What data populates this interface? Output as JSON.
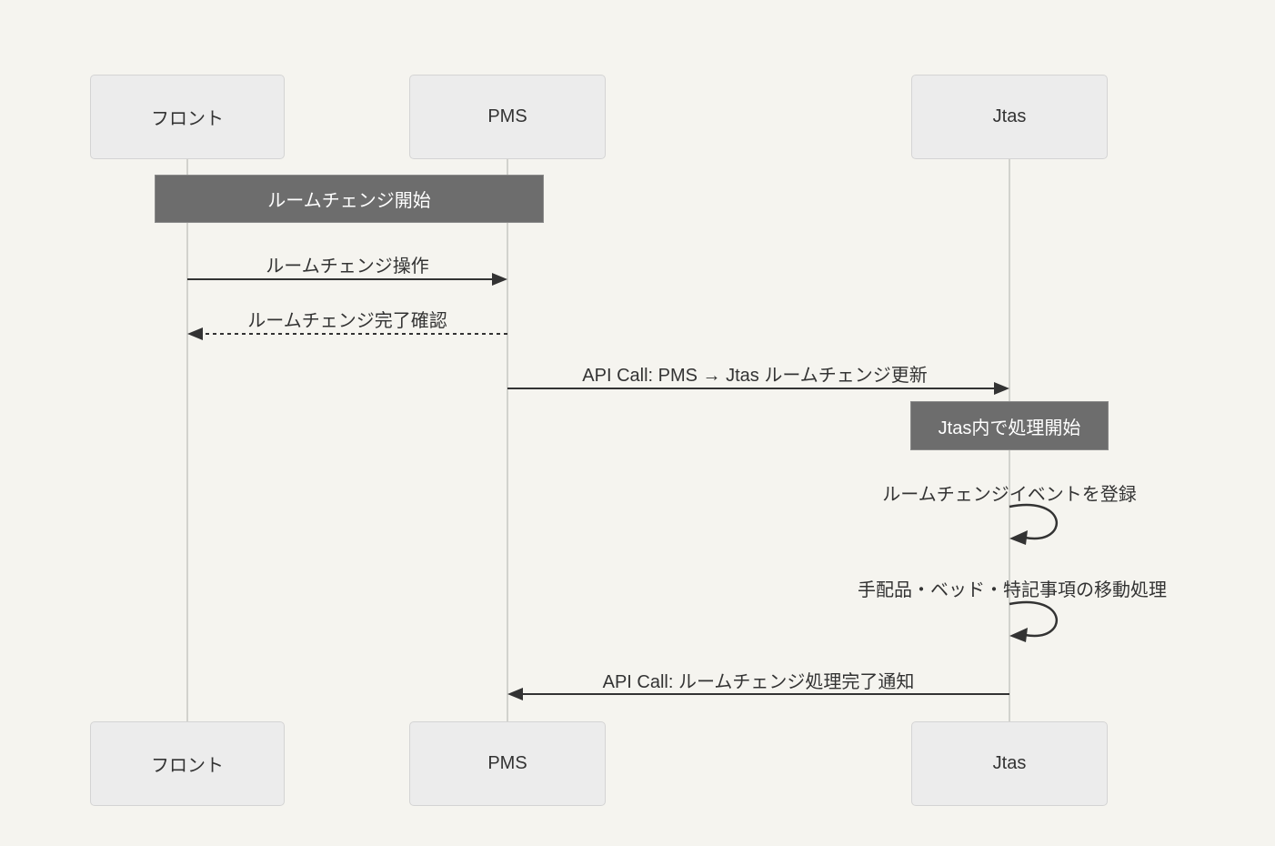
{
  "diagram": {
    "type": "sequence-diagram",
    "participants": [
      {
        "id": "front",
        "label": "フロント"
      },
      {
        "id": "pms",
        "label": "PMS"
      },
      {
        "id": "jtas",
        "label": "Jtas"
      }
    ],
    "notes": [
      {
        "label": "ルームチェンジ開始",
        "over": [
          "フロント",
          "PMS"
        ]
      },
      {
        "label": "Jtas内で処理開始",
        "over": [
          "Jtas"
        ]
      }
    ],
    "messages": [
      {
        "from": "フロント",
        "to": "PMS",
        "label": "ルームチェンジ操作",
        "style": "solid"
      },
      {
        "from": "PMS",
        "to": "フロント",
        "label": "ルームチェンジ完了確認",
        "style": "dashed"
      },
      {
        "from": "PMS",
        "to": "Jtas",
        "label": "API Call: PMS → Jtas ルームチェンジ更新",
        "style": "solid"
      },
      {
        "from": "Jtas",
        "to": "Jtas",
        "label": "ルームチェンジイベントを登録",
        "style": "self-loop"
      },
      {
        "from": "Jtas",
        "to": "Jtas",
        "label": "手配品・ベッド・特記事項の移動処理",
        "style": "self-loop"
      },
      {
        "from": "Jtas",
        "to": "PMS",
        "label": "API Call: ルームチェンジ処理完了通知",
        "style": "solid"
      }
    ],
    "colors": {
      "background": "#f5f4ef",
      "participant_fill": "#ececec",
      "participant_border": "#d4d4d4",
      "note_fill": "#6d6d6d",
      "note_text": "#ffffff",
      "arrow": "#333333",
      "lifeline": "#d2d2cd",
      "text": "#333333"
    }
  }
}
